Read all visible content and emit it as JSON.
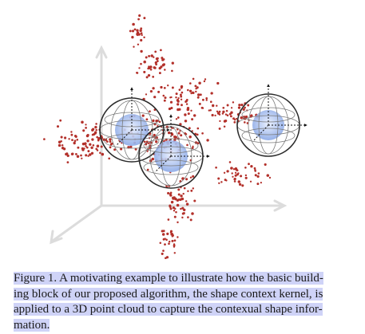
{
  "figure": {
    "point_color": "#b3302a",
    "axis_color": "#dddddd",
    "sphere_color": "#333333",
    "highlight_color": "#cfd3f7"
  },
  "caption": {
    "lines": [
      "Figure 1. A motivating example to illustrate how the basic build-",
      "ing block of our proposed algorithm, the shape context kernel, is",
      "applied to a 3D point cloud to capture the contexual shape infor-",
      "mation."
    ]
  }
}
